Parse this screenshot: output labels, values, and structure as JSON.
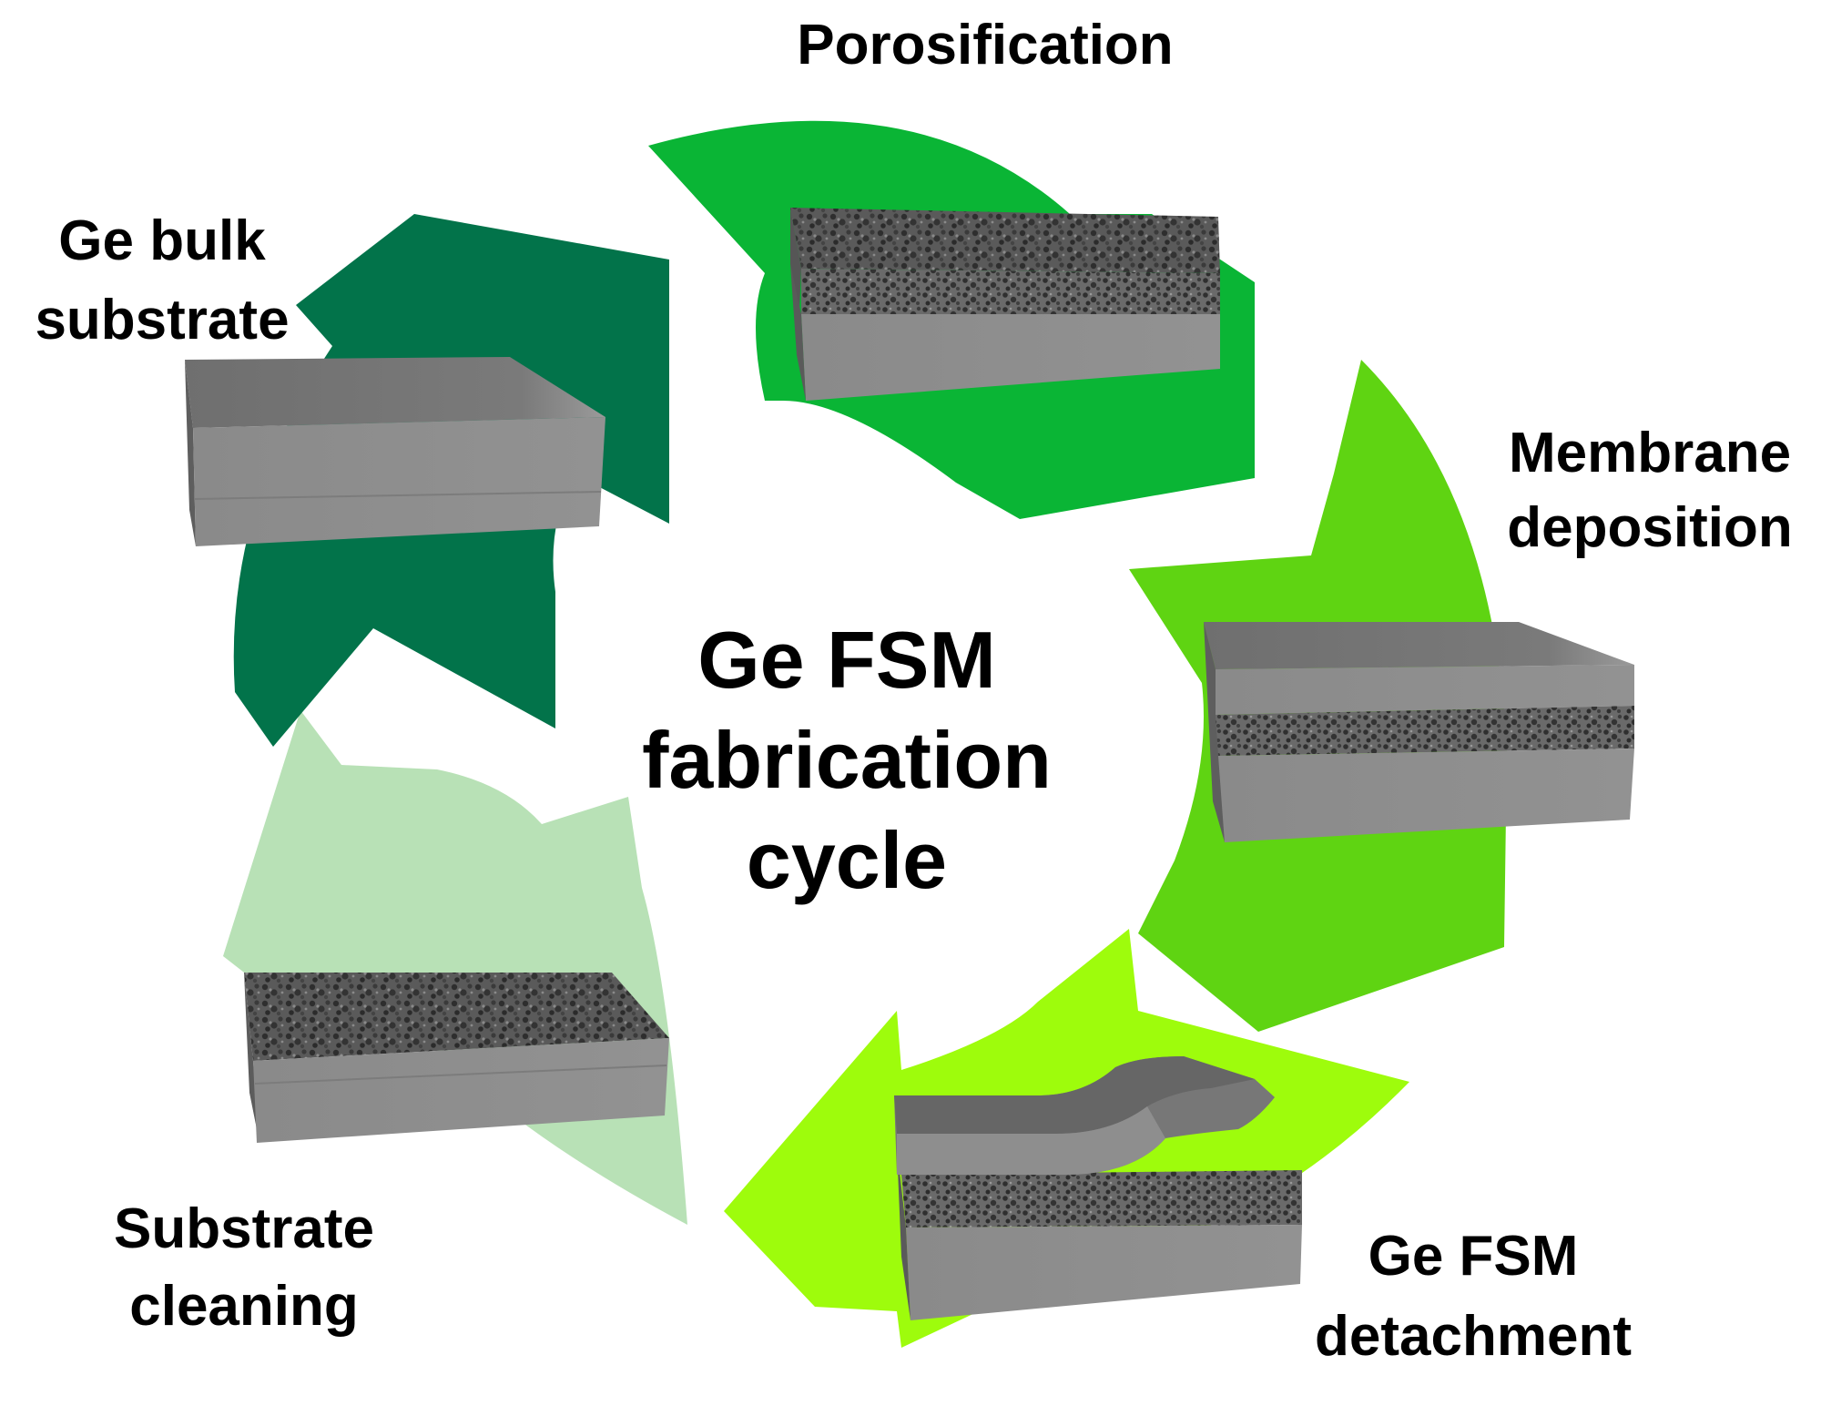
{
  "center_title": {
    "line1": "Ge FSM",
    "line2": "fabrication",
    "line3": "cycle"
  },
  "steps": [
    {
      "id": "porosification",
      "label_line1": "Porosification",
      "label_line2": "",
      "arrow_color": "#0ab535"
    },
    {
      "id": "membrane-deposition",
      "label_line1": "Membrane",
      "label_line2": "deposition",
      "arrow_color": "#5fd412"
    },
    {
      "id": "ge-fsm-detachment",
      "label_line1": "Ge FSM",
      "label_line2": "detachment",
      "arrow_color": "#9efc0c"
    },
    {
      "id": "substrate-cleaning",
      "label_line1": "Substrate",
      "label_line2": "cleaning",
      "arrow_color": "#b8e1b6"
    },
    {
      "id": "ge-bulk-substrate",
      "label_line1": "Ge bulk",
      "label_line2": "substrate",
      "arrow_color": "#02734a"
    }
  ],
  "colors": {
    "slab_top": "#6d6d6d",
    "slab_front": "#8e8e8e",
    "slab_side": "#5c5c5c",
    "porous": "#4a4a4a",
    "text": "#000000",
    "background": "#ffffff"
  }
}
